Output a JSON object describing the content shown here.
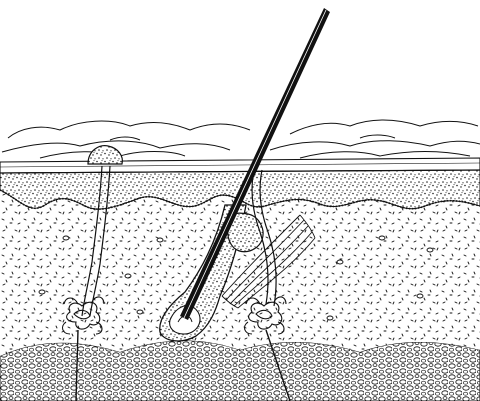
{
  "diagram": {
    "subject": "skin-cross-section",
    "style": "black-ink-engraving",
    "colors": {
      "ink": "#111111",
      "paper": "#ffffff"
    },
    "structures": [
      "epidermis",
      "dermis",
      "hypodermis",
      "hair-shaft",
      "hair-follicle",
      "sebaceous-gland",
      "arrector-pili-muscle",
      "sweat-pore",
      "sweat-duct",
      "sweat-gland",
      "nerve-fiber"
    ]
  }
}
